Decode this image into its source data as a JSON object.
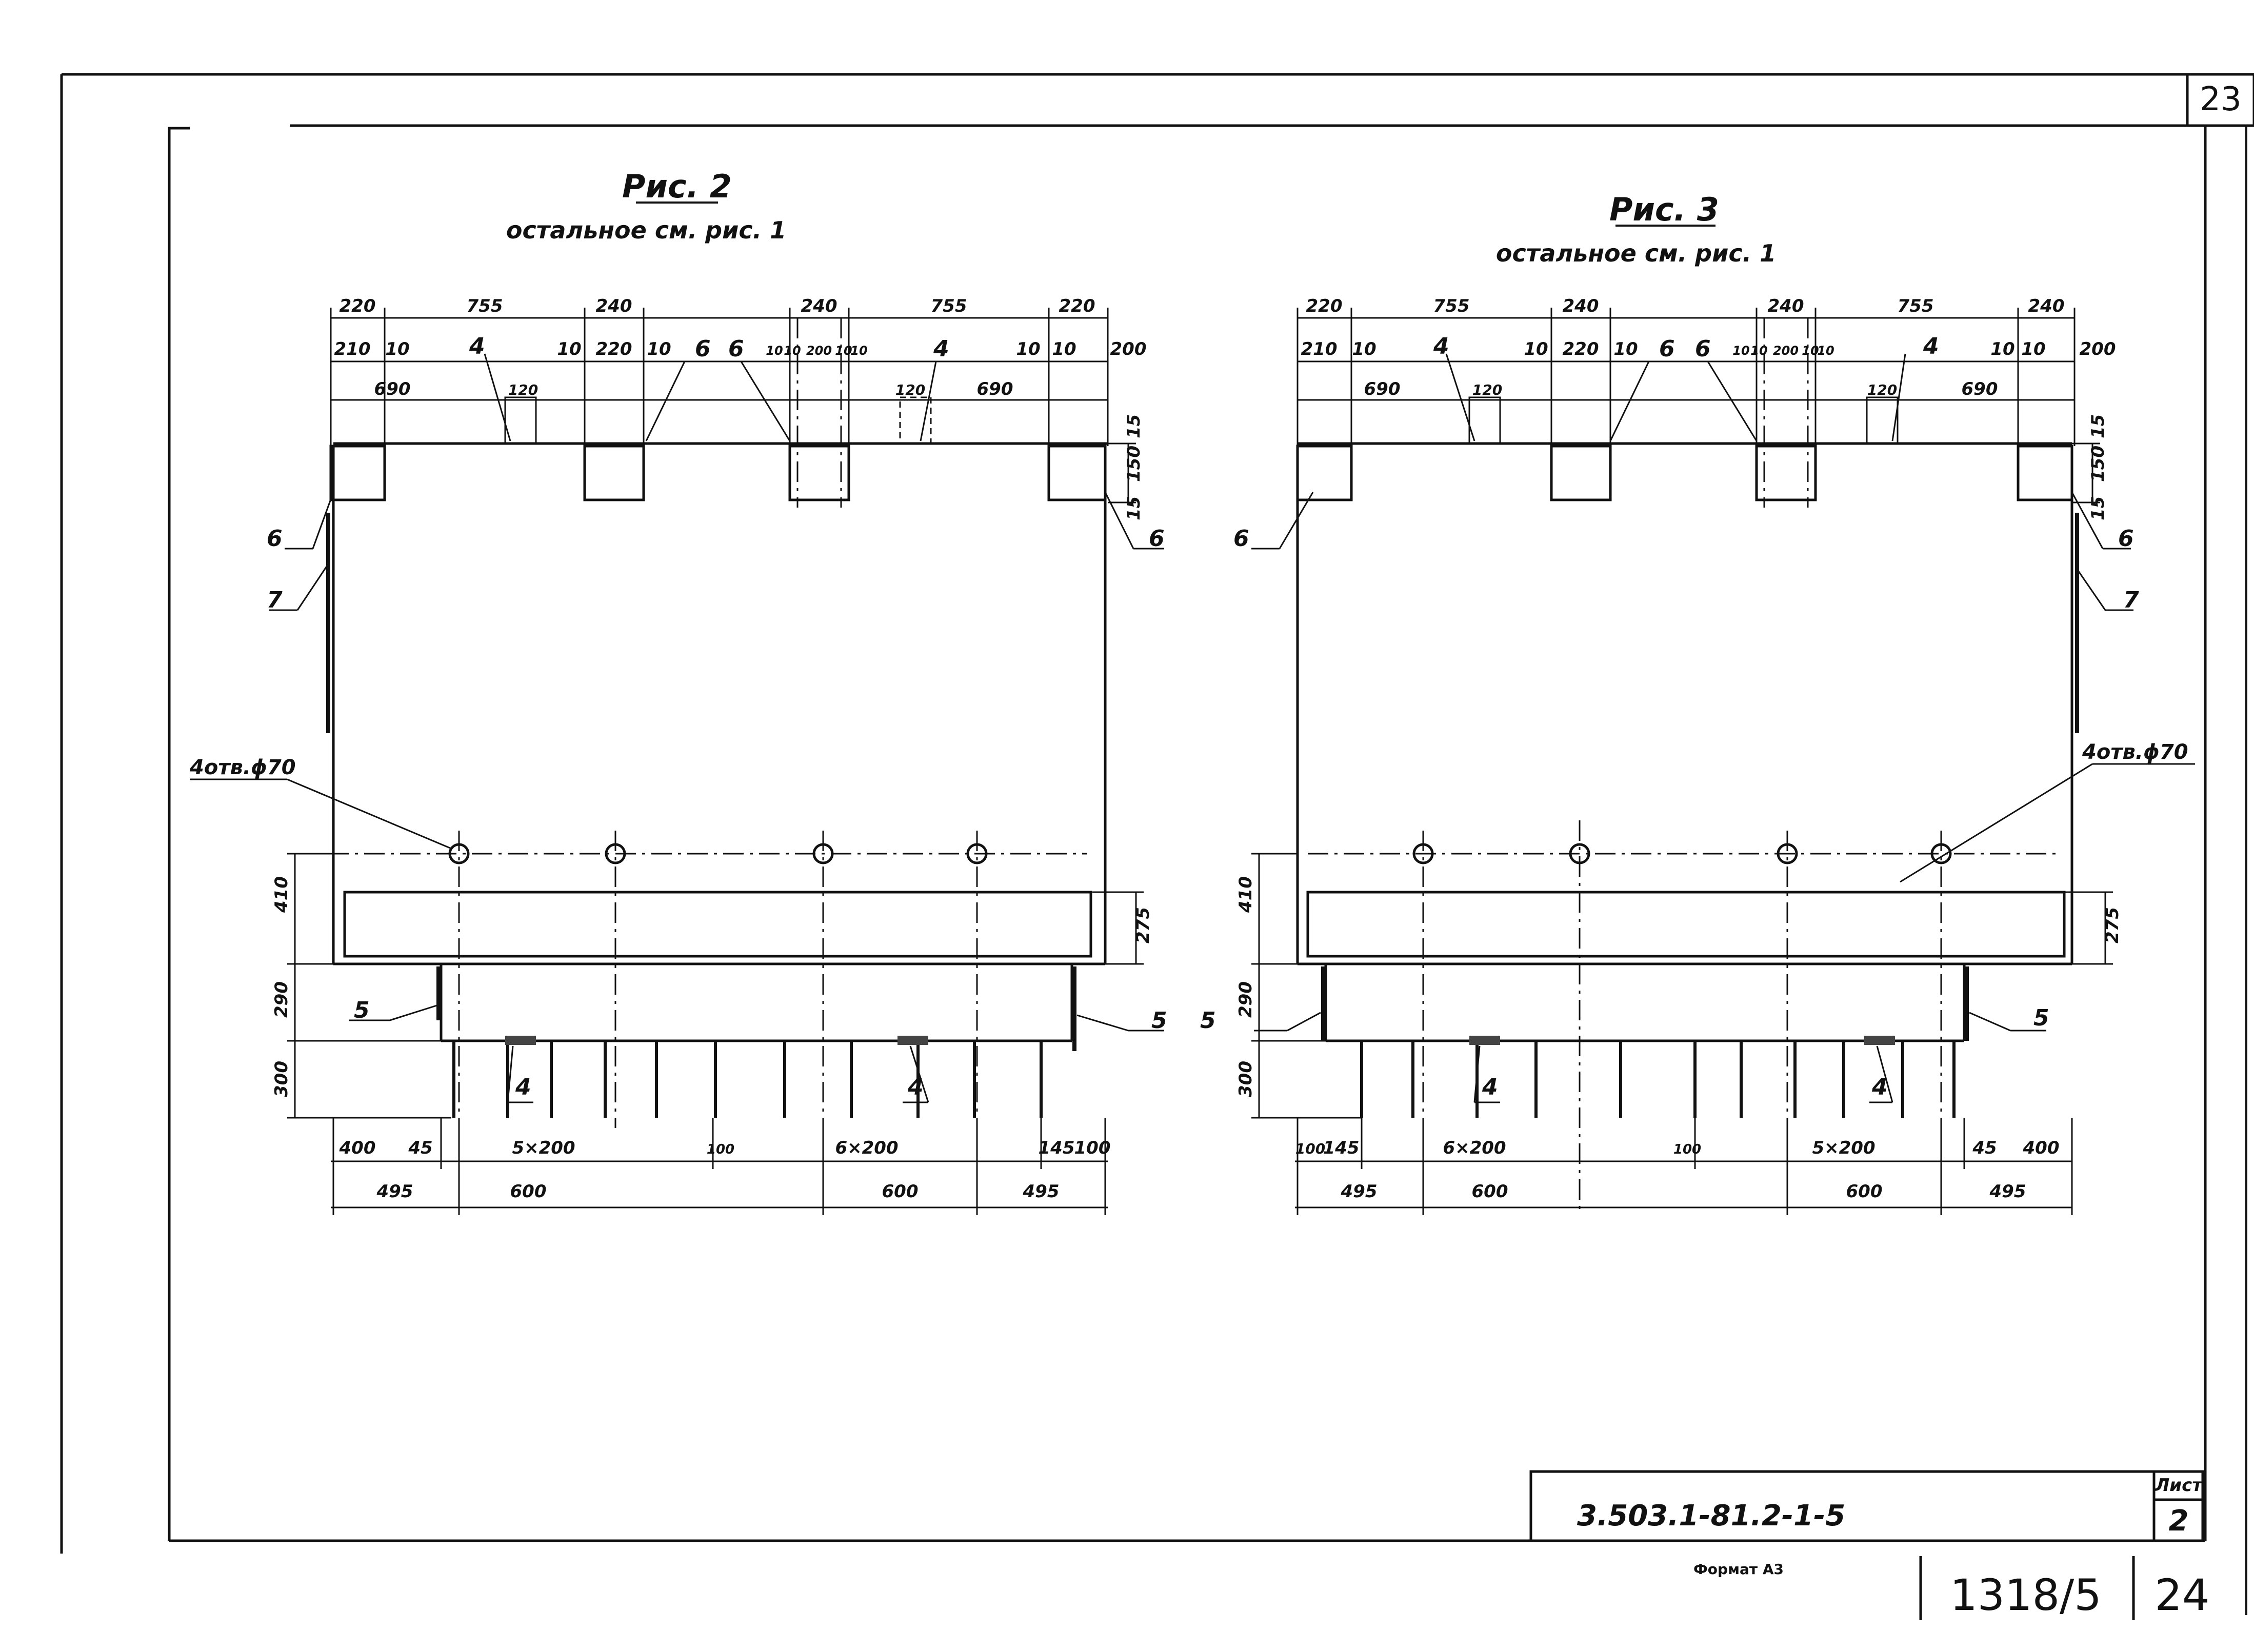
{
  "sheet": {
    "corner_number": "23",
    "designation": "3.503.1-81.2-1-5",
    "list_label": "Лист",
    "list_number": "2",
    "format_label": "Формат А3",
    "inventory_number": "1318/5",
    "page_number": "24"
  },
  "figures": [
    {
      "title": "Рис. 2",
      "subtitle": "остальное см. рис. 1",
      "top_dims": [
        "220",
        "755",
        "240",
        "240",
        "755",
        "220"
      ],
      "second_dims": [
        "210",
        "10",
        "10",
        "220",
        "10",
        "10",
        "10",
        "200",
        "10",
        "10",
        "10",
        "10",
        "200"
      ],
      "third_dims": [
        "690",
        "120",
        "120",
        "690"
      ],
      "right_dims": [
        "15",
        "150",
        "15"
      ],
      "callouts": {
        "c4_left": "4",
        "c4_right": "4",
        "c6_a": "6",
        "c6_b": "6",
        "c6_left": "6",
        "c6_right": "6",
        "c7": "7",
        "c5_left": "5",
        "c5_right": "5",
        "c4_bottom_left": "4",
        "c4_bottom_right": "4"
      },
      "holes_label": "4отв.ϕ70",
      "left_dims": [
        "410",
        "290",
        "300"
      ],
      "right_dim": "275",
      "bottom_dims": [
        "400",
        "45",
        "5×200",
        "100",
        "6×200",
        "145",
        "100"
      ],
      "bottom_dims2": [
        "495",
        "600",
        "600",
        "495"
      ]
    },
    {
      "title": "Рис. 3",
      "subtitle": "остальное см. рис. 1",
      "top_dims": [
        "220",
        "755",
        "240",
        "240",
        "755",
        "240"
      ],
      "second_dims": [
        "210",
        "10",
        "10",
        "220",
        "10",
        "10",
        "10",
        "200",
        "10",
        "10",
        "10",
        "10",
        "200"
      ],
      "third_dims": [
        "690",
        "120",
        "120",
        "690"
      ],
      "right_dims": [
        "15",
        "150",
        "15"
      ],
      "callouts": {
        "c4_left": "4",
        "c4_right": "4",
        "c6_a": "6",
        "c6_b": "6",
        "c6_left": "6",
        "c6_right": "6",
        "c7": "7",
        "c5_left": "5",
        "c5_right": "5",
        "c4_bottom_left": "4",
        "c4_bottom_right": "4"
      },
      "holes_label": "4отв.ϕ70",
      "left_dims": [
        "410",
        "290",
        "300"
      ],
      "right_dim": "275",
      "bottom_dims": [
        "100",
        "145",
        "6×200",
        "100",
        "5×200",
        "45",
        "400"
      ],
      "bottom_dims2": [
        "495",
        "600",
        "600",
        "495"
      ]
    }
  ]
}
